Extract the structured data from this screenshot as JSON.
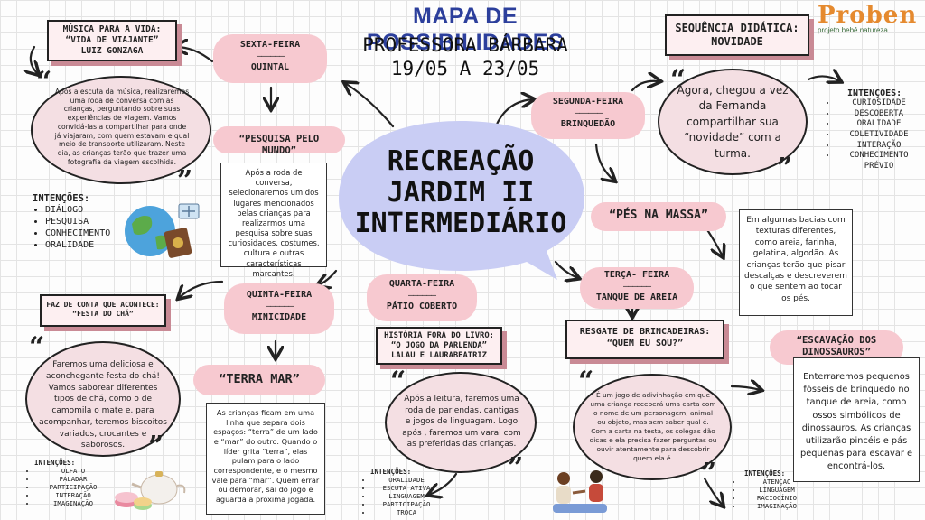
{
  "header": {
    "title": "MAPA DE POSSIBILIDADES",
    "teacher": "PROFESSORA BÁRBARA",
    "dates": "19/05 A 23/05"
  },
  "logo": {
    "text": "Proben",
    "tagline": "projeto bebê natureza"
  },
  "center": {
    "line1": "RECREAÇÃO",
    "line2": "JARDIM II",
    "line3": "INTERMEDIÁRIO"
  },
  "days": {
    "sexta": {
      "day": "SEXTA-FEIRA",
      "dash": "——————",
      "theme": "QUINTAL"
    },
    "segunda": {
      "day": "SEGUNDA-FEIRA",
      "dash": "——————",
      "theme": "BRINQUEDÃO"
    },
    "quinta": {
      "day": "QUINTA-FEIRA",
      "dash": "——————",
      "theme": "MINICIDADE"
    },
    "quarta": {
      "day": "QUARTA-FEIRA",
      "dash": "——————",
      "theme": "PÁTIO COBERTO"
    },
    "terca": {
      "day": "TERÇA- FEIRA",
      "dash": "——————",
      "theme": "TANQUE DE AREIA"
    }
  },
  "musica": {
    "tag_line1": "MÚSICA PARA A VIDA:",
    "tag_line2": "“VIDA DE VIAJANTE”",
    "tag_line3": "LUIZ GONZAGA",
    "text": "Após a escuta da música, realizaremos uma roda de conversa com as crianças, perguntando sobre suas experiências de viagem. Vamos convidá-las a compartilhar para onde já viajaram, com quem estavam e qual meio de transporte utilizaram. Neste dia, as crianças terão que trazer uma fotografia da viagem escolhida.",
    "intencoes_title": "INTENÇÕES:",
    "intencoes": [
      "DIÁLOGO",
      "PESQUISA",
      "CONHECIMENTO",
      "ORALIDADE"
    ]
  },
  "pesquisa": {
    "label": "“PESQUISA PELO MUNDO”",
    "text": "Após a roda de conversa, selecionaremos um dos lugares mencionados pelas crianças para realizarmos uma pesquisa sobre suas curiosidades, costumes, cultura e outras características marcantes."
  },
  "sequencia": {
    "tag_line1": "SEQUÊNCIA DIDÁTICA:",
    "tag_line2": "NOVIDADE",
    "text": "Agora, chegou a vez da Fernanda compartilhar sua “novidade” com a turma.",
    "intencoes_title": "INTENÇÕES:",
    "intencoes": [
      "CURIOSIDADE",
      "DESCOBERTA",
      "ORALIDADE",
      "COLETIVIDADE",
      "INTERAÇÃO",
      "CONHECIMENTO PRÉVIO"
    ]
  },
  "pes": {
    "label": "“PÉS NA MASSA”",
    "text": "Em algumas bacias com texturas diferentes, como areia, farinha, gelatina, algodão. As crianças terão que pisar descalças e descreverem o que sentem ao tocar os pés."
  },
  "faz": {
    "tag_line1": "FAZ DE CONTA QUE ACONTECE:",
    "tag_line2": "“FESTA DO CHÁ”",
    "text": "Faremos uma deliciosa e aconchegante festa do chá! Vamos saborear diferentes tipos de chá, como o de camomila o mate e, para acompanhar, teremos biscoitos variados, crocantes e saborosos.",
    "intencoes_title": "INTENÇÕES:",
    "intencoes": [
      "OLFATO",
      "PALADAR",
      "PARTICIPAÇÃO",
      "INTERAÇÃO",
      "IMAGINAÇÃO"
    ]
  },
  "terra": {
    "label": "“TERRA MAR”",
    "text": "As crianças ficam em uma linha que separa dois espaços: “terra” de um lado e “mar” do outro. Quando o líder grita “terra”, elas pulam para o lado correspondente, e o mesmo vale para “mar”. Quem errar ou demorar, sai do jogo e aguarda a próxima jogada."
  },
  "historia": {
    "tag_line1": "HISTÓRIA FORA DO LIVRO:",
    "tag_line2": "“O JOGO DA PARLENDA”",
    "tag_line3": "LALAU E LAURABEATRIZ",
    "text": "Após a leitura, faremos uma roda de parlendas, cantigas e jogos de linguagem. Logo após , faremos um varal com as preferidas das crianças.",
    "intencoes_title": "INTENÇÕES:",
    "intencoes": [
      "ORALIDADE",
      "ESCUTA ATIVA",
      "LINGUAGEM",
      "PARTICIPAÇÃO",
      "TROCA"
    ]
  },
  "resgate": {
    "tag_line1": "RESGATE DE BRINCADEIRAS:",
    "tag_line2": "“QUEM EU SOU?”",
    "text": "É um jogo de adivinhação em que uma criança receberá uma carta com o nome de um personagem, animal ou objeto, mas sem saber qual é. Com a carta na testa, os colegas dão dicas e ela precisa fazer perguntas ou ouvir atentamente para descobrir quem ela é.",
    "intencoes_title": "INTENÇÕES:",
    "intencoes": [
      "ATENÇÃO",
      "LINGUAGEM",
      "RACIOCÍNIO",
      "IMAGINAÇÃO"
    ]
  },
  "escavacao": {
    "label_line1": "“ESCAVAÇÃO DOS",
    "label_line2": "DINOSSAUROS”",
    "text": "Enterraremos pequenos fósseis de brinquedo no tanque de areia, como ossos simbólicos de dinossauros. As crianças utilizarão pincéis e pás pequenas para escavar e encontrá-los."
  },
  "quote_open": "“",
  "quote_close": "”"
}
